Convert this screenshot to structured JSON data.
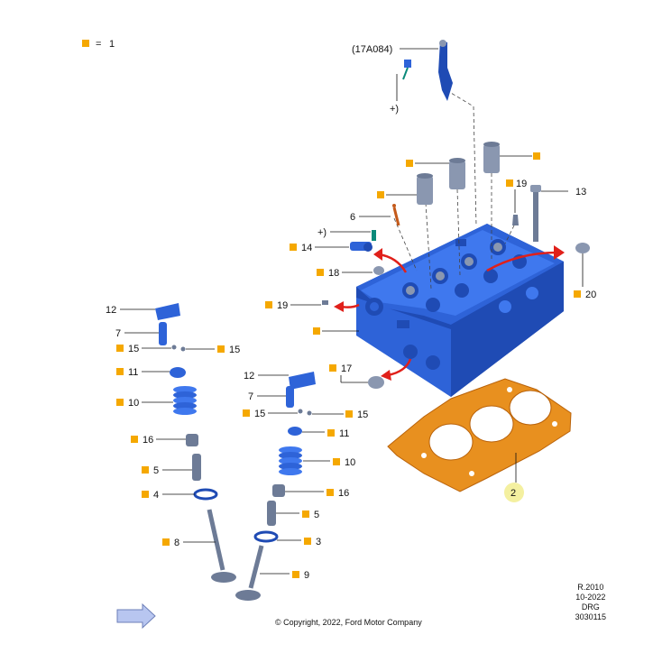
{
  "legend": {
    "value": "1",
    "equals": "="
  },
  "labels": {
    "part_17A084": "(17A084)",
    "plus_top": "+)",
    "plus_6": "+)",
    "n13": "13",
    "n19a": "19",
    "n6": "6",
    "n14a": "14",
    "n18": "18",
    "n19b": "19",
    "n20": "20",
    "n17": "17",
    "n12a": "12",
    "n7a": "7",
    "n15a": "15",
    "n15b": "15",
    "n11a": "11",
    "n10a": "10",
    "n16a": "16",
    "n5a": "5",
    "n4": "4",
    "n8": "8",
    "n12b": "12",
    "n7b": "7",
    "n15c": "15",
    "n15d": "15",
    "n11b": "11",
    "n10b": "10",
    "n16b": "16",
    "n5b": "5",
    "n3": "3",
    "n9": "9",
    "n2": "2"
  },
  "colors": {
    "part_blue": "#2e63d8",
    "marker_orange": "#f5a800",
    "gasket": "#e8901f",
    "arrow_red": "#e0201a",
    "callout_yellow": "#f4f0a0"
  },
  "footer": {
    "copyright": "© Copyright, 2022, Ford Motor Company",
    "ref_lines": [
      "R.2010",
      "10-2022",
      "DRG",
      "3030115"
    ]
  }
}
